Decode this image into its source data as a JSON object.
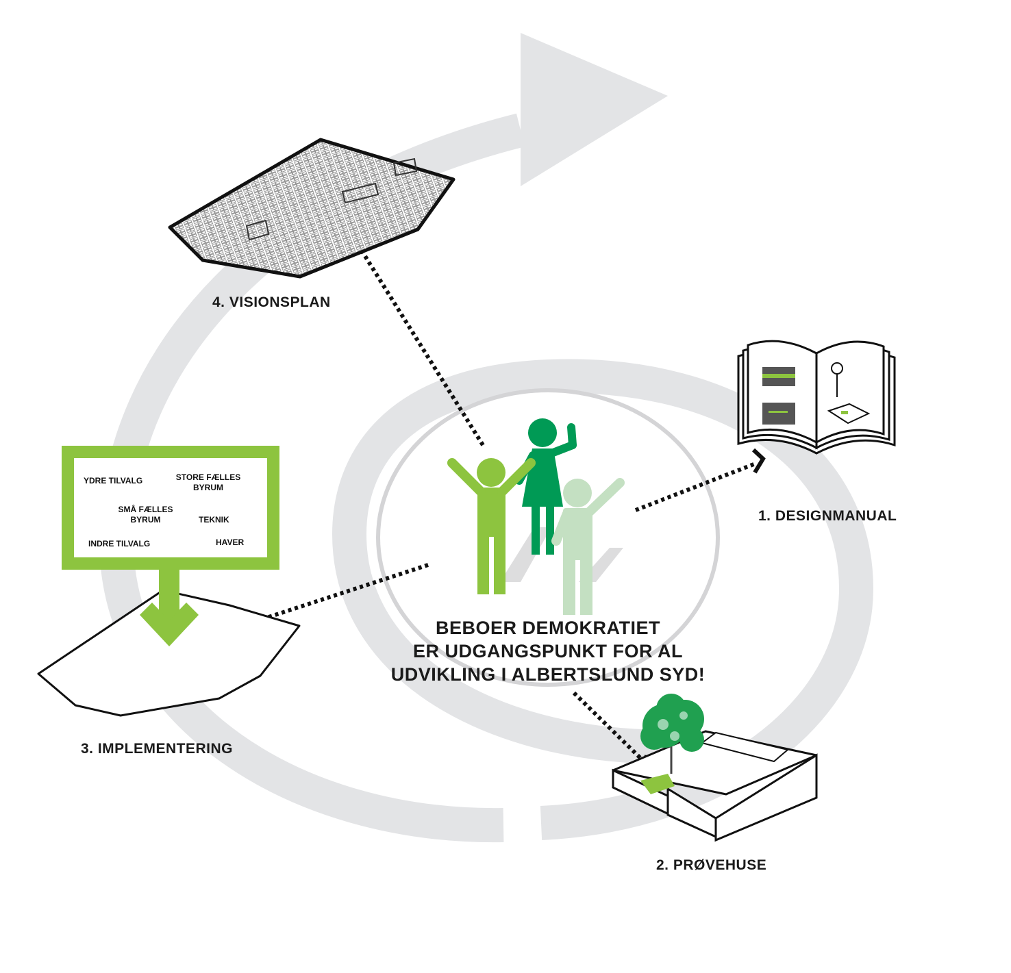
{
  "center_message": {
    "line1": "BEBOER DEMOKRATIET",
    "line2": "ER UDGANGSPUNKT FOR AL",
    "line3": "UDVIKLING I ALBERTSLUND SYD!"
  },
  "stages": {
    "designmanual": "1. DESIGNMANUAL",
    "provehuse": "2. PRØVEHUSE",
    "implementering": "3. IMPLEMENTERING",
    "visionsplan": "4. VISIONSPLAN"
  },
  "sign": {
    "ydre_tilvalg": "YDRE TILVALG",
    "store_faelles_1": "STORE FÆLLES",
    "store_faelles_2": "BYRUM",
    "sma_faelles_1": "SMÅ FÆLLES",
    "sma_faelles_2": "BYRUM",
    "teknik": "TEKNIK",
    "indre_tilvalg": "INDRE TILVALG",
    "haver": "HAVER"
  },
  "colors": {
    "cycle_arrow": "#e3e4e6",
    "sign_green": "#8dc43f",
    "person_green": "#8dc43f",
    "person_dark_green": "#009a55",
    "person_light_green": "#c4e0c2",
    "tree_green": "#20a050",
    "ink": "#1a1a1a"
  }
}
